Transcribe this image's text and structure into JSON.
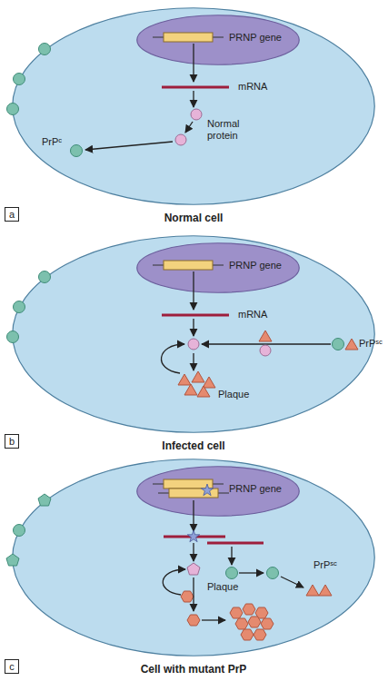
{
  "diagram": {
    "nodes": [
      {
        "text": [
          "Normal cell"
        ]
      },
      {
        "text": [
          "PRNP gene"
        ],
        "in": 0
      },
      {
        "text": [
          "a"
        ]
      },
      {
        "text": [
          "Infected cell"
        ]
      },
      {
        "text": [
          "PRNP gene"
        ],
        "in": 3
      },
      {
        "text": [
          "b"
        ]
      },
      {
        "text": [
          "Cell with mutant PrP"
        ]
      },
      {
        "text": [
          "PRNP gene"
        ],
        "in": 6
      },
      {
        "text": [
          "c"
        ]
      }
    ],
    "labels": [
      "mRNA",
      "Normal protein",
      "PrPᶜ",
      "mRNA",
      "PrPˢᶜ",
      "Plaque",
      "PrPˢᶜ",
      "Plaque"
    ]
  }
}
